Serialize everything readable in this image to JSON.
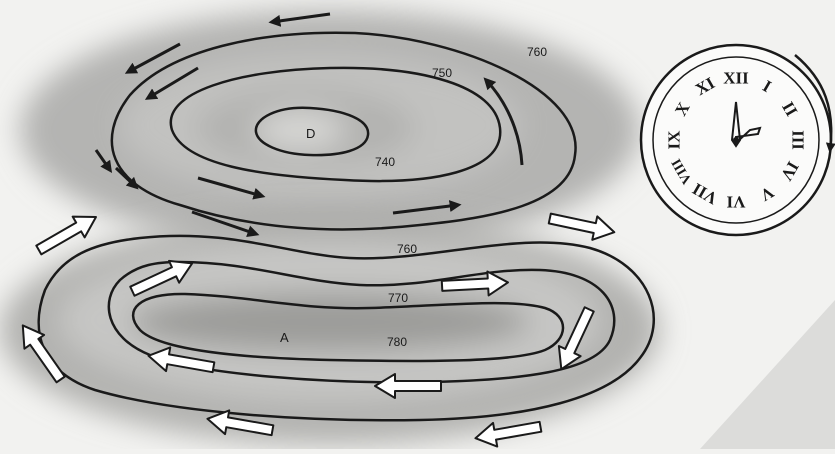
{
  "diagram": {
    "low_center_label": "D",
    "high_center_label": "A",
    "isobars": {
      "low_outer": "760",
      "low_middle": "750",
      "low_inner": "740",
      "high_outer": "760",
      "high_middle": "770",
      "high_inner": "780"
    },
    "clock": {
      "numerals": [
        "XII",
        "I",
        "II",
        "III",
        "IV",
        "V",
        "VI",
        "VII",
        "VIII",
        "IX",
        "X",
        "XI"
      ]
    }
  }
}
